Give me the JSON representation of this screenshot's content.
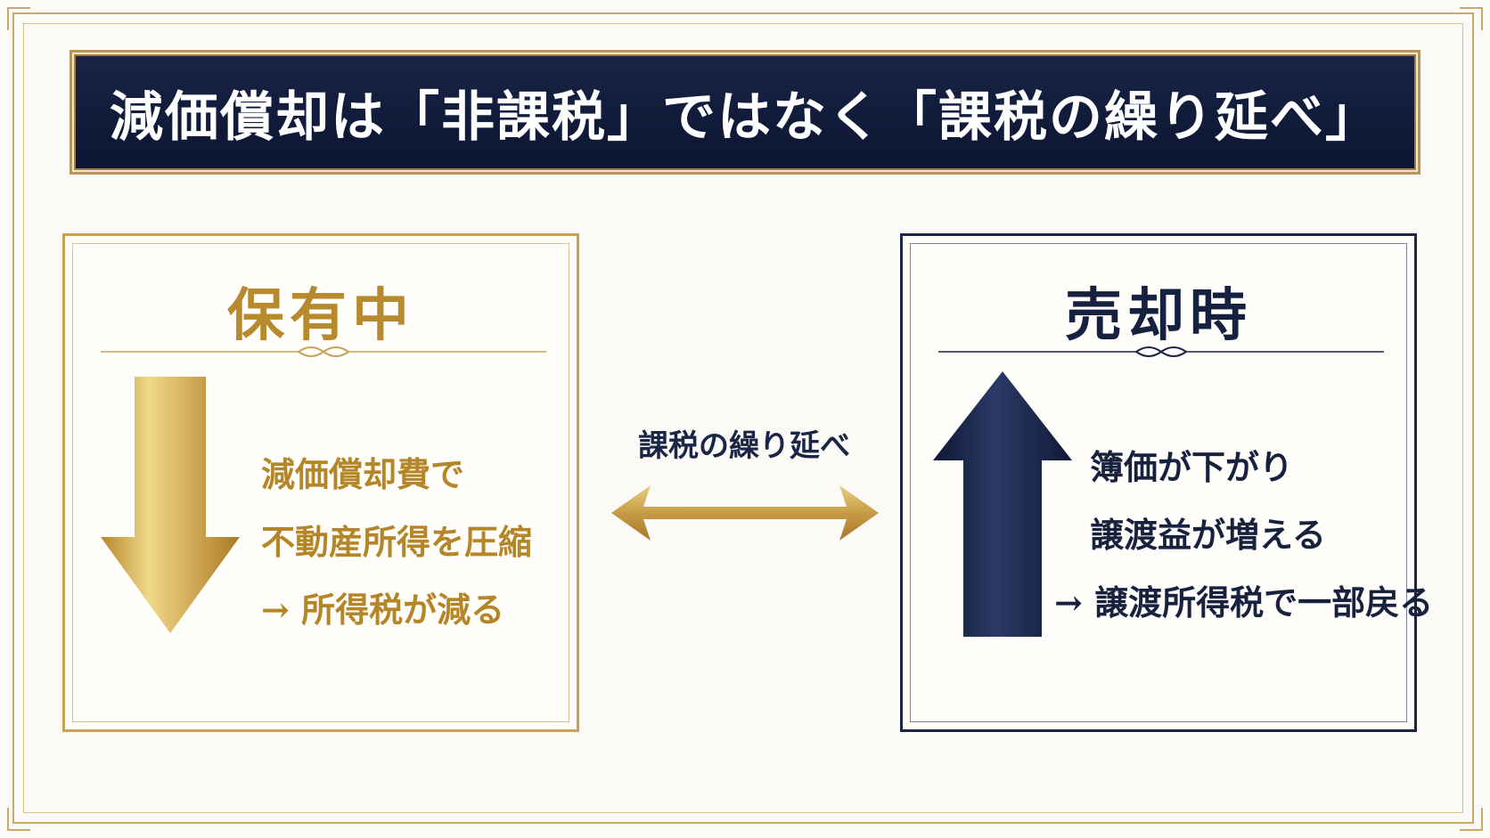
{
  "title": "減価償却は「非課税」ではなく「課税の繰り延べ」",
  "left_panel": {
    "heading": "保有中",
    "lines": [
      "減価償却費で",
      "不動産所得を圧縮",
      "→ 所得税が減る"
    ]
  },
  "center": {
    "label": "課税の繰り延べ"
  },
  "right_panel": {
    "heading": "売却時",
    "lines": [
      "簿価が下がり",
      "譲渡益が増える",
      "→ 譲渡所得税で一部戻る"
    ]
  },
  "colors": {
    "gold": "#c7a257",
    "navy": "#1b2546",
    "background": "#fbfaf6"
  },
  "icons": {
    "left_arrow": "down-arrow-icon",
    "right_arrow": "up-arrow-icon",
    "center_arrow": "double-arrow-icon"
  }
}
